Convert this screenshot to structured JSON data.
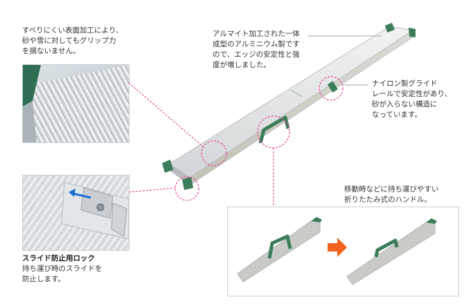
{
  "grip_feature": {
    "lines": [
      "すべりにくい表面加工により、",
      "砂や雪に対してもグリップ力",
      "を損ないません。"
    ]
  },
  "alumite_feature": {
    "lines": [
      "アルマイト加工された一体",
      "成型のアルミニウム製です",
      "ので、エッジの安定性と強",
      "度が増しました。"
    ]
  },
  "nylon_feature": {
    "lines": [
      "ナイロン製グライド",
      "レールで安定性があり、",
      "砂が入らない構造に",
      "なっています。"
    ]
  },
  "lock_feature": {
    "title": "スライド防止用ロック",
    "lines": [
      "持ち運び時のスライドを",
      "防止します。"
    ]
  },
  "handle_feature": {
    "lines": [
      "移動時などに持ち運びやすい",
      "折りたたみ式のハンドル。"
    ]
  },
  "colors": {
    "callout_magenta": "#e8489a",
    "pointer_gray": "#888888",
    "end_cap_green": "#3b7d5a",
    "arrow_orange": "#f0621e",
    "aluminum": "#d9dcdd"
  }
}
